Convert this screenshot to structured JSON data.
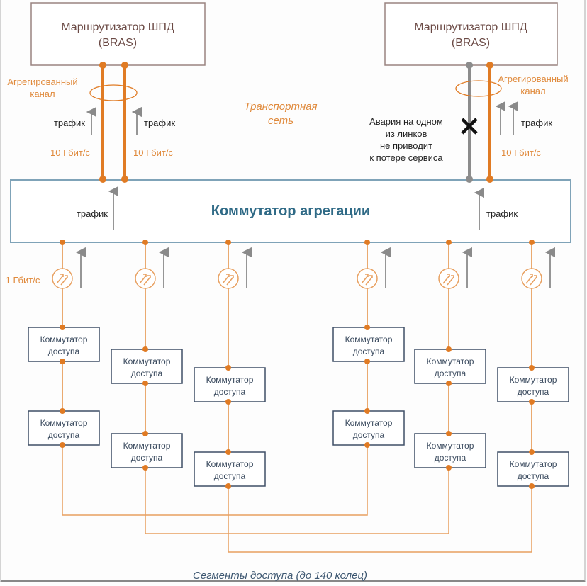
{
  "routers": [
    {
      "title_line1": "Маршрутизатор ШПД",
      "title_line2": "(BRAS)"
    },
    {
      "title_line1": "Маршрутизатор ШПД",
      "title_line2": "(BRAS)"
    }
  ],
  "aggregated_channel_label": {
    "line1": "Агрегированный",
    "line2": "канал"
  },
  "traffic_label": "трафик",
  "uplink_speed": "10 Гбит/с",
  "downlink_speed": "1 Гбит/с",
  "transport_network": {
    "line1": "Транспортная",
    "line2": "сеть"
  },
  "failure_note": {
    "line1": "Авария на одном",
    "line2": "из линков",
    "line3": "не приводит",
    "line4": "к потере сервиса"
  },
  "aggregation_switch": "Коммутатор агрегации",
  "access_switch": {
    "line1": "Коммутатор",
    "line2": "доступа"
  },
  "footer_caption": "Сегменты доступа (до 140 колец)",
  "colors": {
    "link_orange": "#e07b24",
    "link_failed_gray": "#8c8c8c",
    "router_border": "#9a8380",
    "aggregation_border": "#7fa3b8",
    "aggregation_text": "#2f6a86",
    "access_border": "#3f4f66",
    "arrow_gray": "#8a8a8a",
    "caption_blue": "#3e5872"
  }
}
